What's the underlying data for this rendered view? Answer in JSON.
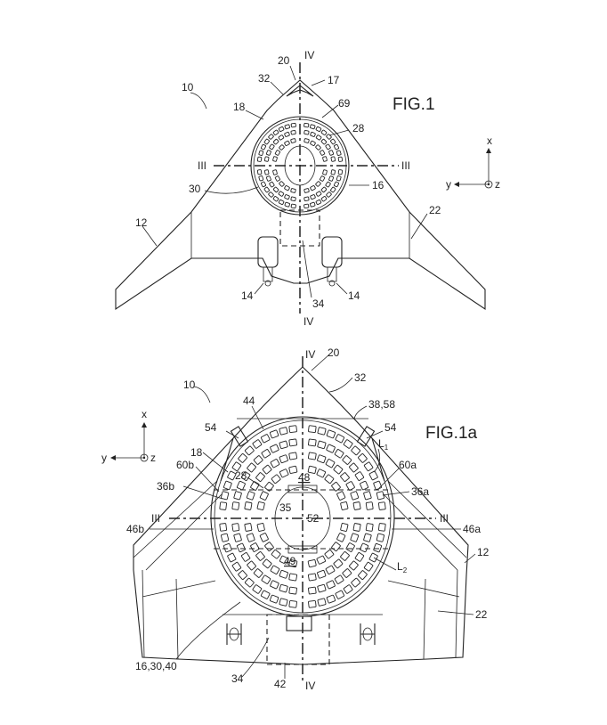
{
  "fig1": {
    "title": "FIG.1",
    "labels": {
      "l20": "20",
      "l17": "17",
      "l32": "32",
      "l10": "10",
      "l18": "18",
      "l69": "69",
      "l28": "28",
      "l16": "16",
      "l30": "30",
      "l22": "22",
      "l12": "12",
      "l14a": "14",
      "l14b": "14",
      "l34": "34",
      "sec_iv_top": "IV",
      "sec_iv_bottom": "IV",
      "sec_iii_left": "III",
      "sec_iii_right": "III"
    },
    "axes": {
      "x": "x",
      "y": "y",
      "z": "z"
    }
  },
  "fig1a": {
    "title": "FIG.1a",
    "labels": {
      "l20": "20",
      "l32": "32",
      "l38": "38,58",
      "l10": "10",
      "l44": "44",
      "l54a": "54",
      "l54b": "54",
      "l18": "18",
      "l60b": "60b",
      "l60a": "60a",
      "l28": "28",
      "l48": "48",
      "l36b": "36b",
      "l36a": "36a",
      "l35": "35",
      "l52": "52",
      "l46b": "46b",
      "l46a": "46a",
      "l12": "12",
      "l49": "49",
      "l22": "22",
      "l16": "16,30,40",
      "l34": "34",
      "l42": "42",
      "l1_main": "L",
      "l1_sub": "1",
      "l2_main": "L",
      "l2_sub": "2",
      "sec_iv_top": "IV",
      "sec_iv_bottom": "IV",
      "sec_iii_left": "III",
      "sec_iii_right": "III"
    },
    "axes": {
      "x": "x",
      "y": "y",
      "z": "z"
    }
  }
}
